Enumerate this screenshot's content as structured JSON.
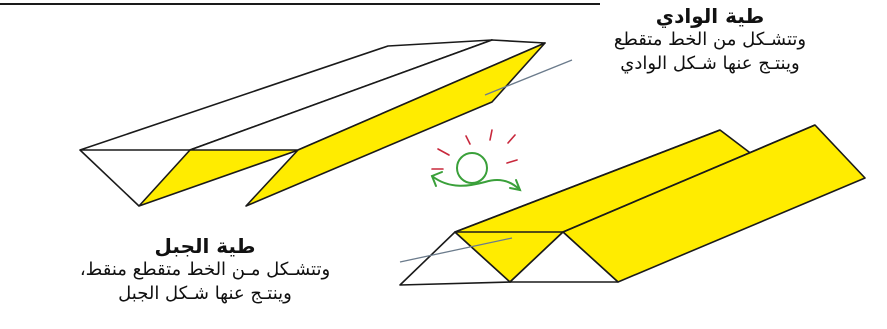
{
  "valley_fold": {
    "title": "طية الوادي",
    "line1": "وتتشـكل من الخط متقطع",
    "line2": "وينتـج عنها شـكل الوادي"
  },
  "mountain_fold": {
    "title": "طية الجبل",
    "line1": "وتتشـكل مـن الخط متقطع منقط،",
    "line2": "وينتـج عنها شـكل الجبل"
  },
  "colors": {
    "paper_fill": "#ffffff",
    "fold_fill": "#ffec00",
    "outline": "#1a1a1a",
    "pointer_line": "#6b7b8c",
    "flip_arrow": "#3aa03a",
    "sun_rays": "#c8283c"
  },
  "icons": {
    "flip_symbol": "turn-over-arrow-icon"
  }
}
